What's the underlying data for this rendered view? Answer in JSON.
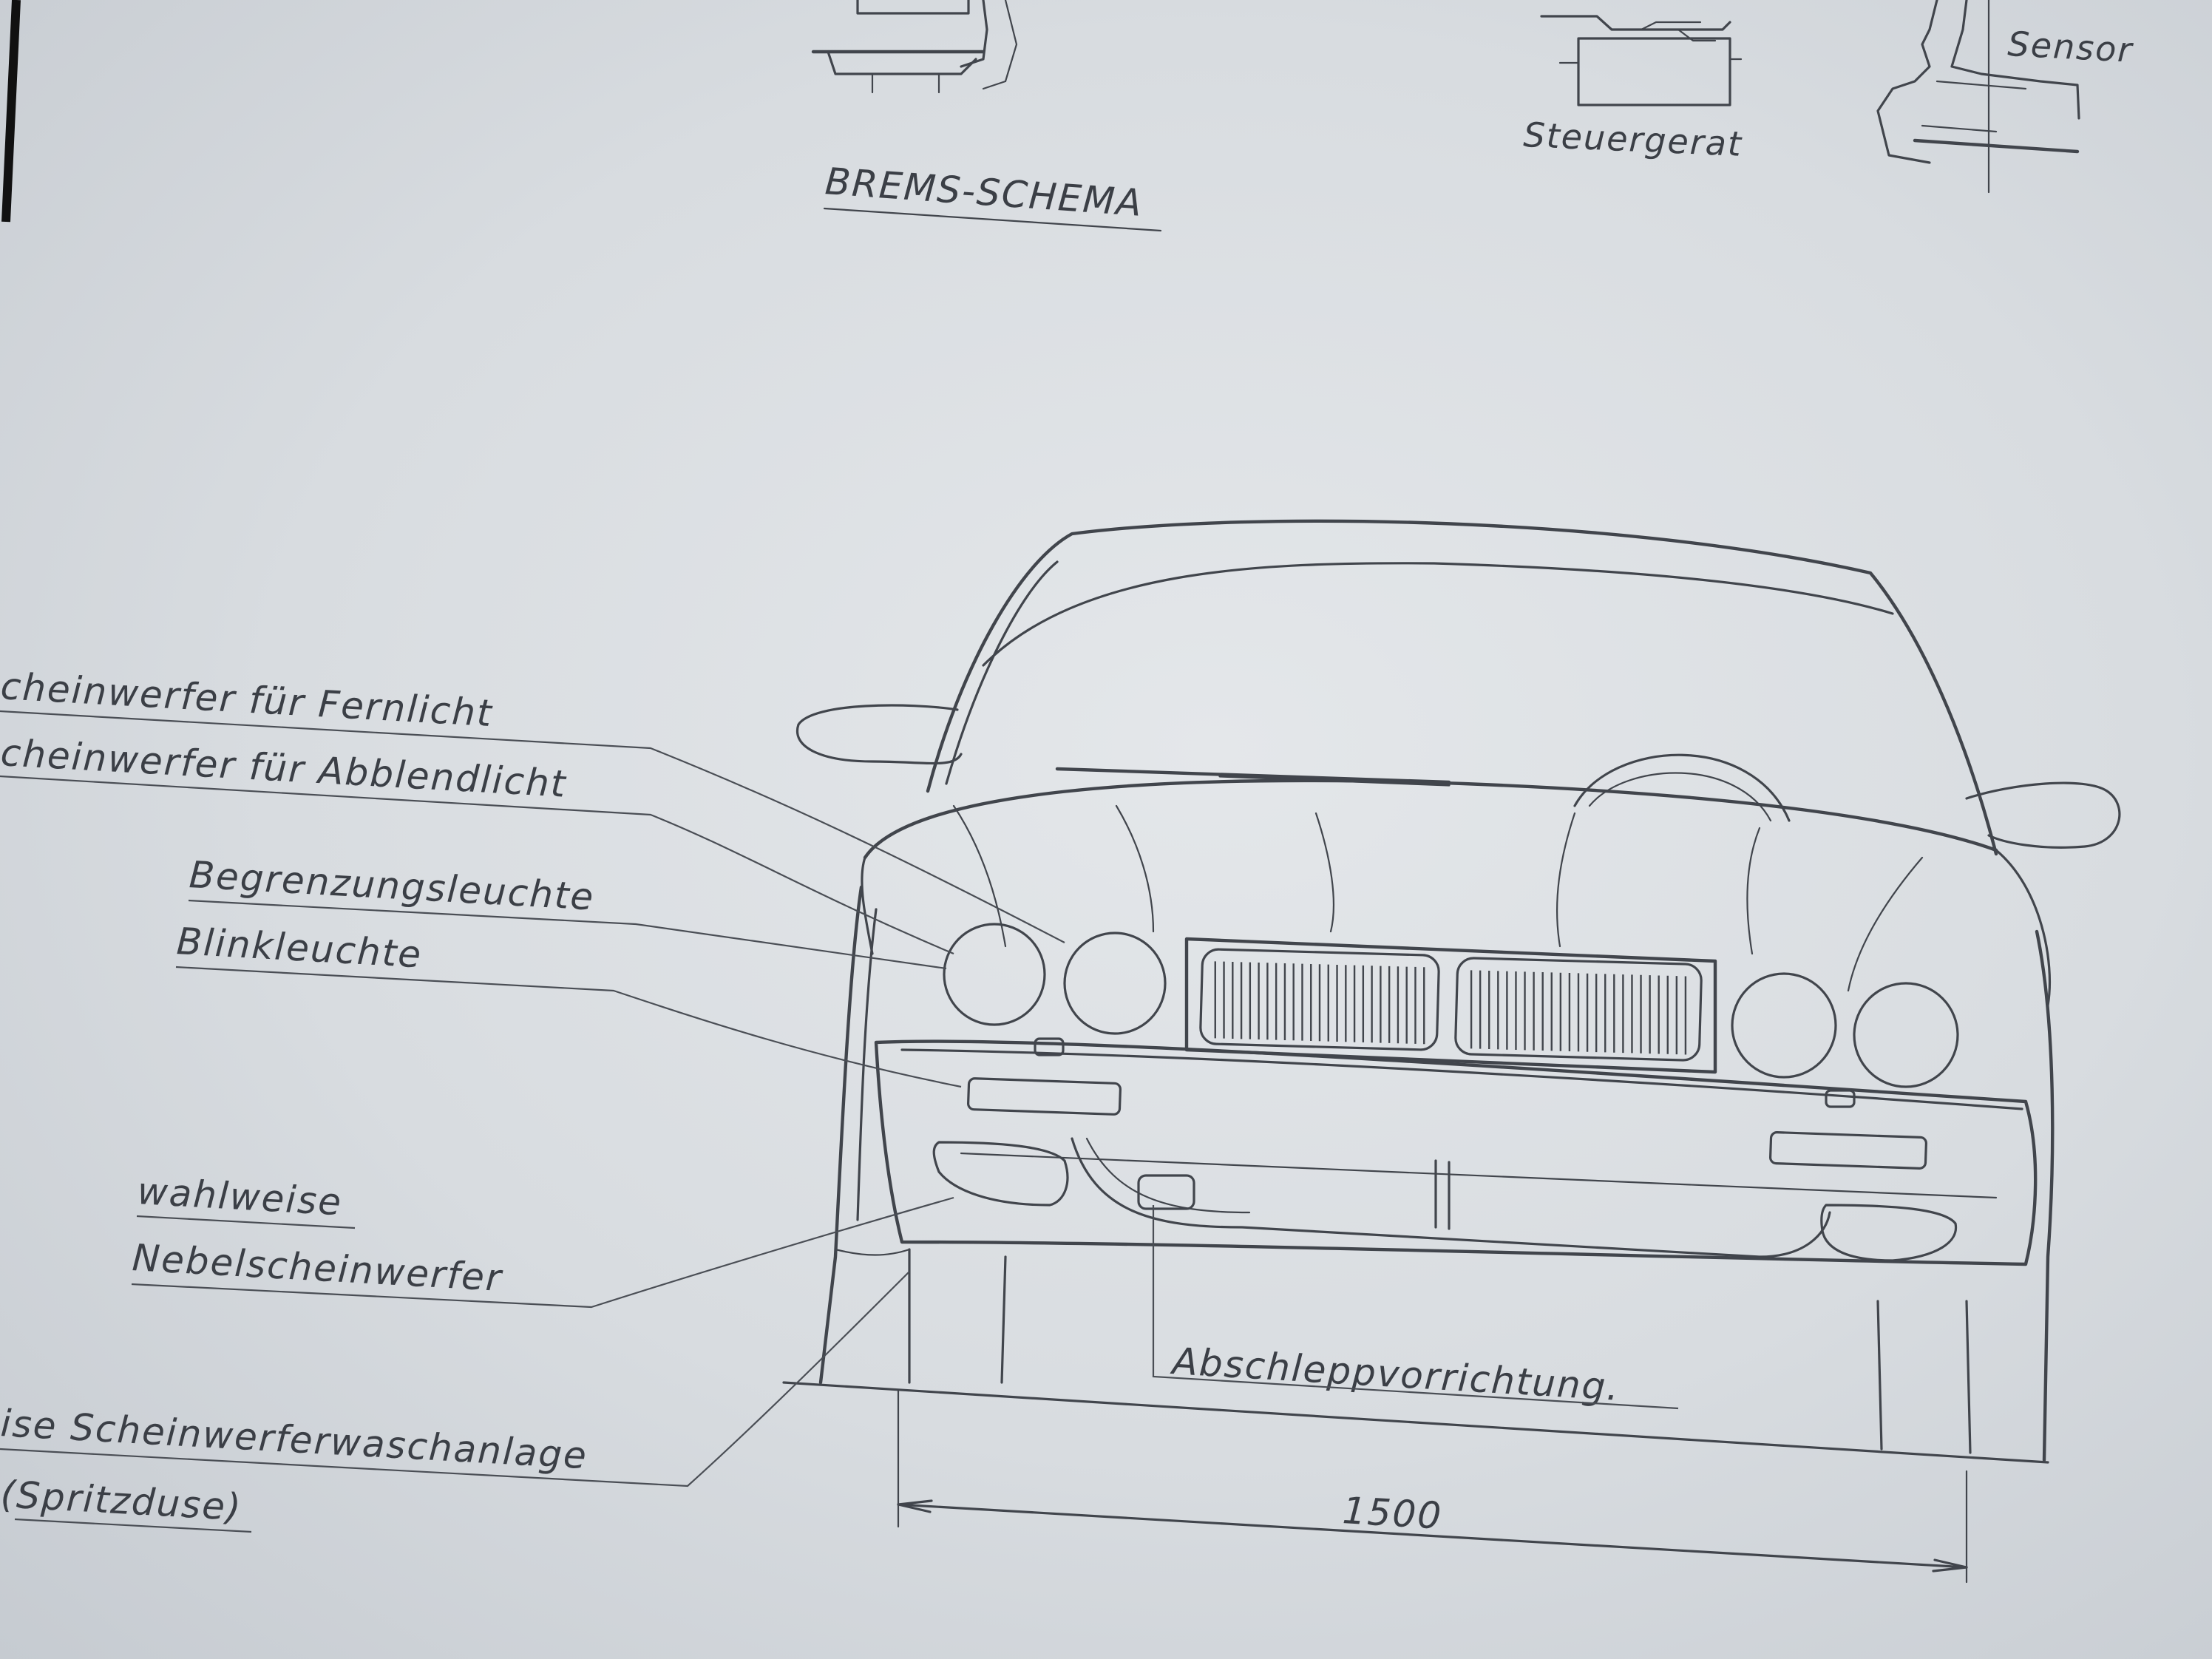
{
  "labels": {
    "steuergeraet": "Steuergerat",
    "sensor": "Sensor",
    "brems_schema": "BREMS-SCHEMA",
    "fernlicht": "cheinwerfer für Fernlicht",
    "abblendlicht": "cheinwerfer für Abblendlicht",
    "begrenzungsleuchte": "Begrenzungsleuchte",
    "blinkleuchte": "Blinkleuchte",
    "wahlweise": "wahlweise",
    "nebelscheinwerfer": "Nebelscheinwerfer",
    "abschleppvorrichtung": "Abschleppvorrichtung.",
    "scheinwerferwaschanlage": "ise Scheinwerferwaschanlage",
    "spritzduese": "(Spritzduse)",
    "track_width": "1500"
  },
  "colors": {
    "ink": "#41454c",
    "paper": "#dde0e4"
  }
}
